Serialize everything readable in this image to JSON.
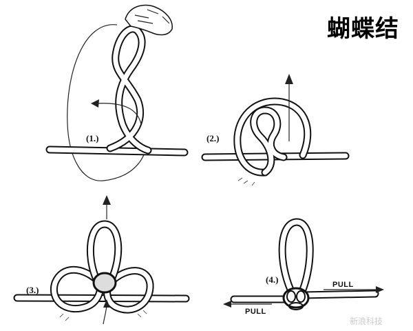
{
  "title": "蝴蝶结",
  "steps": [
    {
      "label": "(1.)"
    },
    {
      "label": "(2.)"
    },
    {
      "label": "(3.)"
    },
    {
      "label": "(4.)"
    }
  ],
  "pull_labels": {
    "right": "PULL",
    "left": "PULL"
  },
  "watermark": "新浪科技"
}
